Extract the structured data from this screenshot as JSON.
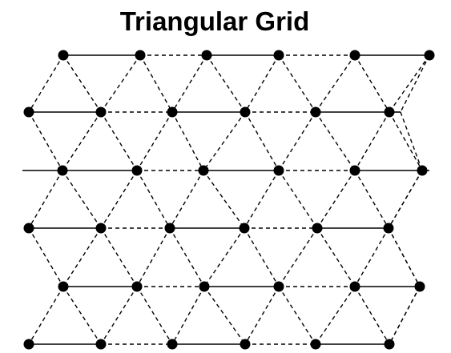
{
  "title": "Triangular Grid",
  "colors": {
    "background": "#ffffff",
    "ink": "#000000"
  },
  "grid": {
    "rows": 6,
    "nodes_per_row": 6,
    "horizontal_edge_style": [
      [
        "solid",
        "dashed",
        "solid",
        "dashed",
        "solid"
      ],
      [
        "solid",
        "dashed",
        "solid",
        "dashed",
        "solid"
      ],
      [
        "solid",
        "dashed",
        "solid",
        "dashed",
        "solid"
      ],
      [
        "solid",
        "dashed",
        "solid",
        "dashed",
        "solid"
      ],
      [
        "solid",
        "dashed",
        "solid",
        "dashed",
        "solid"
      ],
      [
        "solid",
        "dashed",
        "solid",
        "dashed",
        "solid"
      ]
    ],
    "diagonal_edge_style": "dashed"
  }
}
